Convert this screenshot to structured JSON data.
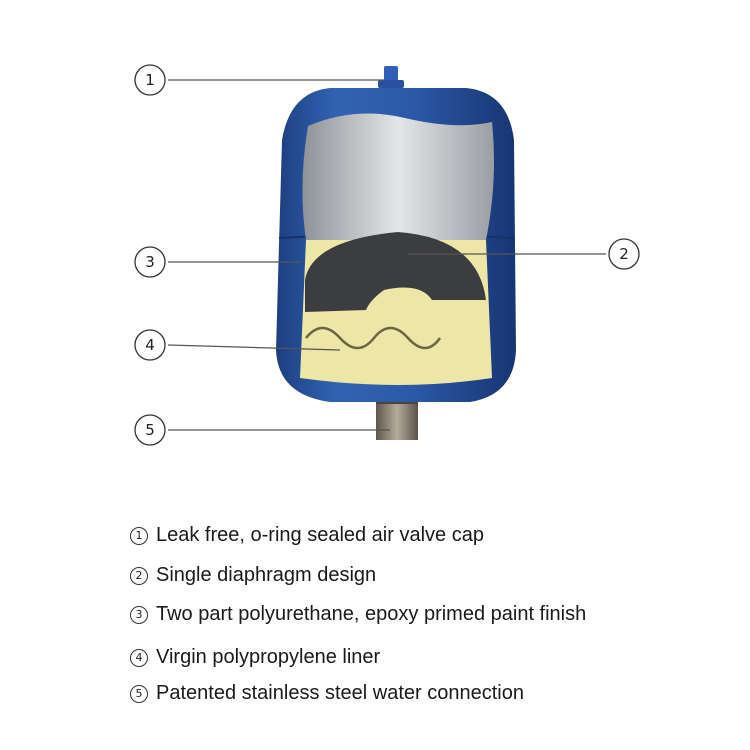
{
  "callouts": [
    {
      "num": "1"
    },
    {
      "num": "2"
    },
    {
      "num": "3"
    },
    {
      "num": "4"
    },
    {
      "num": "5"
    }
  ],
  "legend": [
    {
      "num": "1",
      "text": "Leak free, o-ring sealed air valve cap"
    },
    {
      "num": "2",
      "text": "Single diaphragm design"
    },
    {
      "num": "3",
      "text": "Two part polyurethane, epoxy primed paint finish"
    },
    {
      "num": "4",
      "text": "Virgin polypropylene liner"
    },
    {
      "num": "5",
      "text": "Patented stainless steel water connection"
    }
  ],
  "colors": {
    "tank_blue": "#2e5aa6",
    "tank_dark": "#1c3f82",
    "cutaway_gray": "#b9bdc2",
    "diaphragm": "#3c3d40",
    "liner": "#ece7a6",
    "fitting": "#8a8172"
  }
}
